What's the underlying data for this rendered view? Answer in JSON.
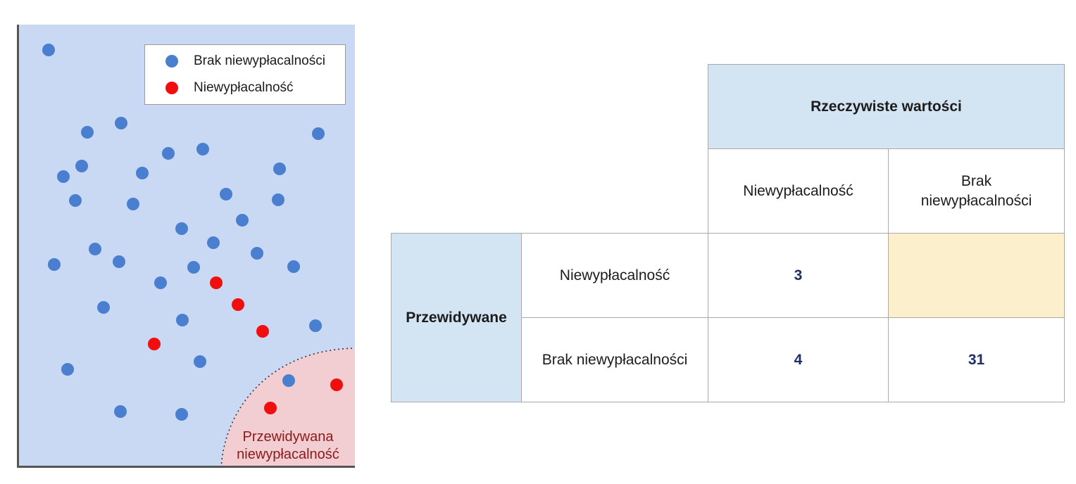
{
  "scatter": {
    "legend": [
      {
        "label": "Brak niewypłacalności",
        "color": "#4a7fd0"
      },
      {
        "label": "Niewypłacalność",
        "color": "#f00e0e"
      }
    ],
    "region_label": "Przewidywana niewypłacalność",
    "colors": {
      "background": "#c9d9f4",
      "region_fill": "#f2cdd1",
      "axis": "#555555"
    },
    "blue_points": [
      [
        69,
        71
      ],
      [
        172,
        175
      ],
      [
        124,
        188
      ],
      [
        452,
        190
      ],
      [
        239,
        218
      ],
      [
        288,
        212
      ],
      [
        116,
        236
      ],
      [
        90,
        251
      ],
      [
        202,
        246
      ],
      [
        397,
        240
      ],
      [
        107,
        285
      ],
      [
        189,
        290
      ],
      [
        321,
        276
      ],
      [
        395,
        284
      ],
      [
        344,
        313
      ],
      [
        258,
        325
      ],
      [
        303,
        345
      ],
      [
        135,
        354
      ],
      [
        365,
        360
      ],
      [
        77,
        376
      ],
      [
        169,
        372
      ],
      [
        275,
        380
      ],
      [
        417,
        379
      ],
      [
        228,
        402
      ],
      [
        147,
        437
      ],
      [
        259,
        455
      ],
      [
        448,
        463
      ],
      [
        284,
        514
      ],
      [
        96,
        525
      ],
      [
        410,
        541
      ],
      [
        171,
        585
      ],
      [
        258,
        589
      ]
    ],
    "red_points": [
      [
        307,
        402
      ],
      [
        338,
        433
      ],
      [
        373,
        471
      ],
      [
        219,
        489
      ],
      [
        478,
        547
      ],
      [
        384,
        580
      ]
    ]
  },
  "matrix": {
    "actual_header": "Rzeczywiste wartości",
    "col_labels": [
      "Niewypłacalność",
      "Brak niewypłacalności"
    ],
    "predicted_header": "Przewidywane",
    "row_labels": [
      "Niewypłacalność",
      "Brak niewypłacalności"
    ],
    "values": [
      [
        "3",
        ""
      ],
      [
        "4",
        "31"
      ]
    ]
  }
}
